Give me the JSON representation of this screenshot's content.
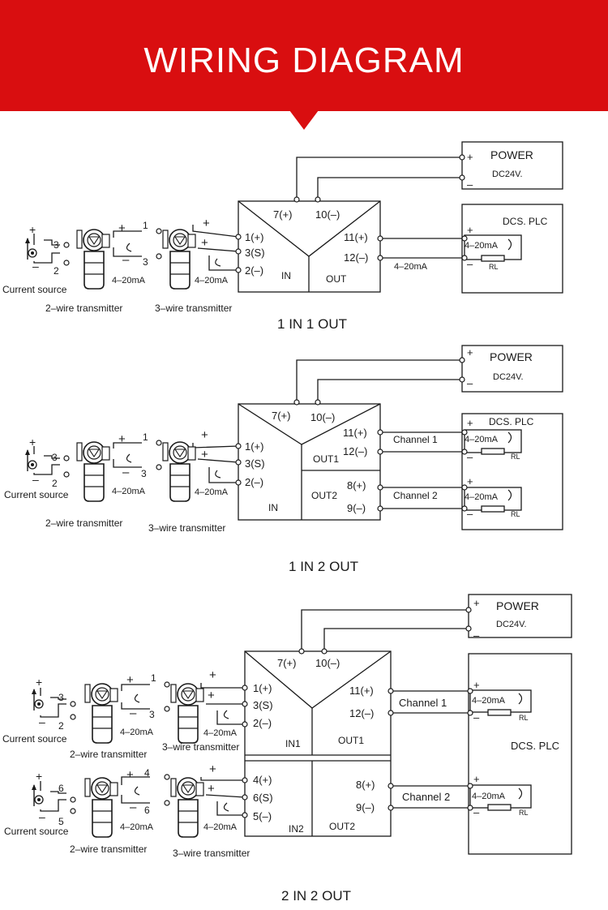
{
  "header": {
    "title": "WIRING DIAGRAM",
    "accent_color": "#d90e10"
  },
  "common": {
    "power": "POWER",
    "dc24v": "DC24V.",
    "dcs_plc": "DCS. PLC",
    "rl": "RL",
    "ma": "4–20mA",
    "ma_out": "4–20mA",
    "in": "IN",
    "out": "OUT",
    "out1": "OUT1",
    "out2": "OUT2",
    "in1": "IN1",
    "in2": "IN2",
    "ch1": "Channel 1",
    "ch2": "Channel 2",
    "current_source": "Current source",
    "two_wire": "2–wire transmitter",
    "three_wire": "3–wire transmitter",
    "plus": "+",
    "minus": "–",
    "t7": "7(+)",
    "t10": "10(–)",
    "t1": "1(+)",
    "t3": "3(S)",
    "t2": "2(–)",
    "t4": "4(+)",
    "t6": "6(S)",
    "t5": "5(–)",
    "t11": "11(+)",
    "t12": "12(–)",
    "t8": "8(+)",
    "t9": "9(–)",
    "n1": "1",
    "n2": "2",
    "n3": "3",
    "n4": "4",
    "n5": "5",
    "n6": "6"
  },
  "sections": [
    {
      "caption": "1 IN 1 OUT"
    },
    {
      "caption": "1 IN 2 OUT"
    },
    {
      "caption": "2 IN 2 OUT"
    }
  ]
}
